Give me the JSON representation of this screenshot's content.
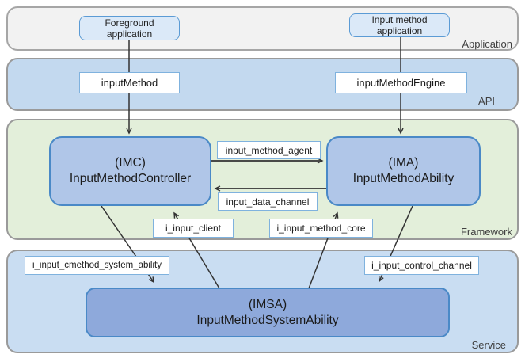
{
  "diagram": {
    "layers": {
      "application": {
        "label": "Application"
      },
      "api": {
        "label": "API"
      },
      "framework": {
        "label": "Framework"
      },
      "service": {
        "label": "Service"
      }
    },
    "nodes": {
      "foreground_app": {
        "line1": "Foreground",
        "line2": "application"
      },
      "input_method_app": {
        "line1": "Input method",
        "line2": "application"
      },
      "imc": {
        "line1": "(IMC)",
        "line2": "InputMethodController"
      },
      "ima": {
        "line1": "(IMA)",
        "line2": "InputMethodAbility"
      },
      "imsa": {
        "line1": "(IMSA)",
        "line2": "InputMethodSystemAbility"
      }
    },
    "api_labels": {
      "input_method": "inputMethod",
      "input_method_engine": "inputMethodEngine"
    },
    "edge_labels": {
      "input_method_agent": "input_method_agent",
      "input_data_channel": "input_data_channel",
      "i_input_client": "i_input_client",
      "i_input_method_core": "i_input_method_core",
      "i_input_cmethod_system_ability": "i_input_cmethod_system_ability",
      "i_input_control_channel": "i_input_control_channel"
    },
    "colors": {
      "application_layer_fill": "#f2f2f2",
      "api_layer_fill": "#c3d9ef",
      "framework_layer_fill": "#e3efda",
      "service_layer_fill": "#c9ddf2",
      "controller_node_fill": "#b0c6e8",
      "imsa_node_fill": "#8ea9db",
      "node_border": "#4a89c7",
      "app_node_fill": "#dbe9f8",
      "app_node_border": "#5b9bd5",
      "tag_border": "#7fb2de",
      "layer_border": "#9a9a9a",
      "arrow": "#333333"
    }
  }
}
